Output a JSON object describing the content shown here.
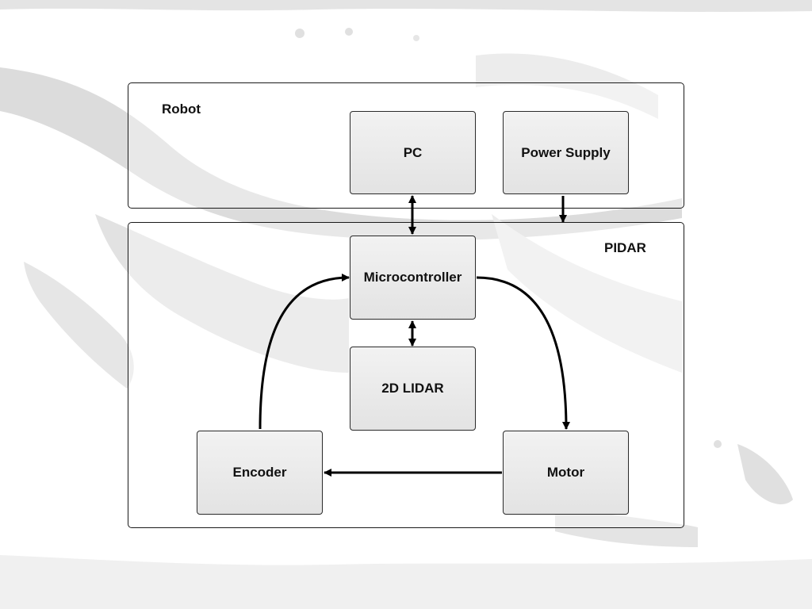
{
  "diagram": {
    "groups": {
      "robot": {
        "label": "Robot"
      },
      "pidar": {
        "label": "PIDAR"
      }
    },
    "nodes": {
      "pc": {
        "label": "PC"
      },
      "power_supply": {
        "label": "Power Supply"
      },
      "microcontroller": {
        "label": "Microcontroller"
      },
      "lidar": {
        "label": "2D LIDAR"
      },
      "encoder": {
        "label": "Encoder"
      },
      "motor": {
        "label": "Motor"
      }
    },
    "edges": [
      {
        "from": "PC",
        "to": "Microcontroller",
        "direction": "bidirectional"
      },
      {
        "from": "Power Supply",
        "to": "PIDAR",
        "direction": "forward"
      },
      {
        "from": "Microcontroller",
        "to": "2D LIDAR",
        "direction": "bidirectional"
      },
      {
        "from": "Microcontroller",
        "to": "Motor",
        "direction": "forward"
      },
      {
        "from": "Motor",
        "to": "Encoder",
        "direction": "forward"
      },
      {
        "from": "Encoder",
        "to": "Microcontroller",
        "direction": "forward"
      }
    ],
    "colors": {
      "stroke": "#000000",
      "node_fill": "#e8e8e8",
      "background_splash": "#d9d9d9"
    }
  }
}
